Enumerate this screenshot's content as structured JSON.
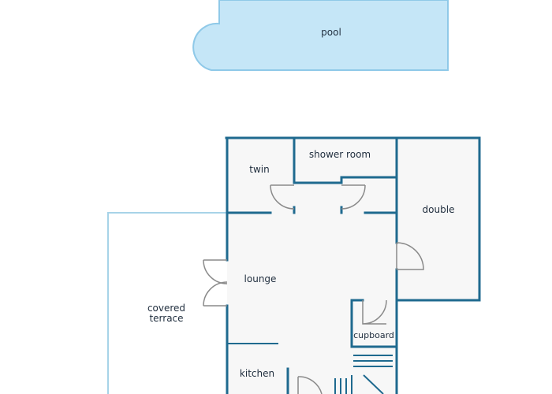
{
  "pool": {
    "label": "pool",
    "fill": "#c5e6f7",
    "stroke": "#8fc9e8"
  },
  "rooms": {
    "twin": "twin",
    "shower_room": "shower room",
    "double": "double",
    "lounge": "lounge",
    "covered_terrace_line1": "covered",
    "covered_terrace_line2": "terrace",
    "cupboard": "cupboard",
    "kitchen": "kitchen"
  },
  "colors": {
    "wall": "#1f6a8f",
    "floor": "#f7f7f7",
    "terrace_outline": "#a7d3e8",
    "door": "#8a8a8a"
  }
}
